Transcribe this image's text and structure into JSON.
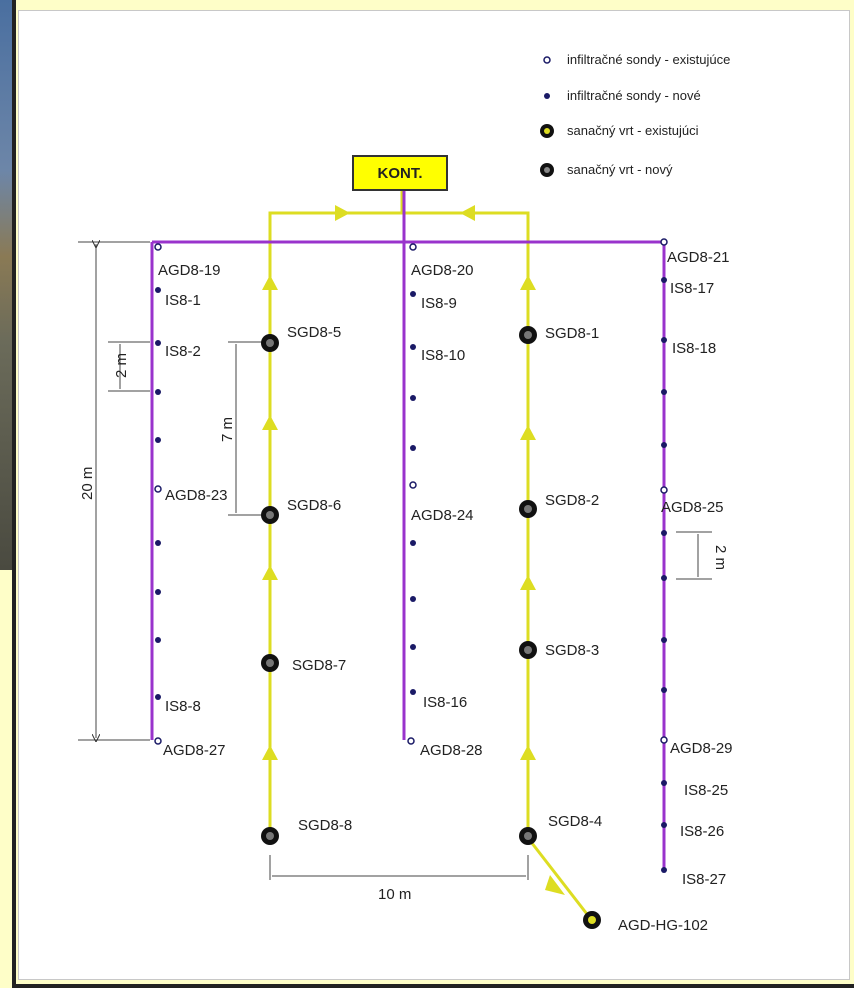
{
  "legend": {
    "items": [
      {
        "symbol": "probe-existing",
        "label": "infiltračné sondy - existujúce"
      },
      {
        "symbol": "probe-new",
        "label": "infiltračné sondy - nové"
      },
      {
        "symbol": "well-existing",
        "label": "sanačný vrt - existujúci"
      },
      {
        "symbol": "well-new",
        "label": "sanačný vrt - nový"
      }
    ]
  },
  "kont_label": "KONT.",
  "dimensions": {
    "d20m": "20 m",
    "d2m_left": "2 m",
    "d7m": "7 m",
    "d2m_right": "2 m",
    "d10m": "10 m"
  },
  "probe_labels": {
    "agd8_19": "AGD8-19",
    "is8_1": "IS8-1",
    "is8_2": "IS8-2",
    "agd8_23": "AGD8-23",
    "is8_8": "IS8-8",
    "agd8_27": "AGD8-27",
    "agd8_20": "AGD8-20",
    "is8_9": "IS8-9",
    "is8_10": "IS8-10",
    "agd8_24": "AGD8-24",
    "is8_16": "IS8-16",
    "agd8_28": "AGD8-28",
    "agd8_21": "AGD8-21",
    "is8_17": "IS8-17",
    "is8_18": "IS8-18",
    "agd8_25": "AGD8-25",
    "agd8_29": "AGD8-29",
    "is8_25": "IS8-25",
    "is8_26": "IS8-26",
    "is8_27": "IS8-27"
  },
  "well_labels": {
    "sgd8_5": "SGD8-5",
    "sgd8_6": "SGD8-6",
    "sgd8_7": "SGD8-7",
    "sgd8_8": "SGD8-8",
    "sgd8_1": "SGD8-1",
    "sgd8_2": "SGD8-2",
    "sgd8_3": "SGD8-3",
    "sgd8_4": "SGD8-4",
    "agd_hg_102": "AGD-HG-102"
  },
  "colors": {
    "purple_line": "#9933cc",
    "yellow_line": "#dddd22",
    "probe_fill": "#1a1a66",
    "well_fill": "#111111"
  }
}
